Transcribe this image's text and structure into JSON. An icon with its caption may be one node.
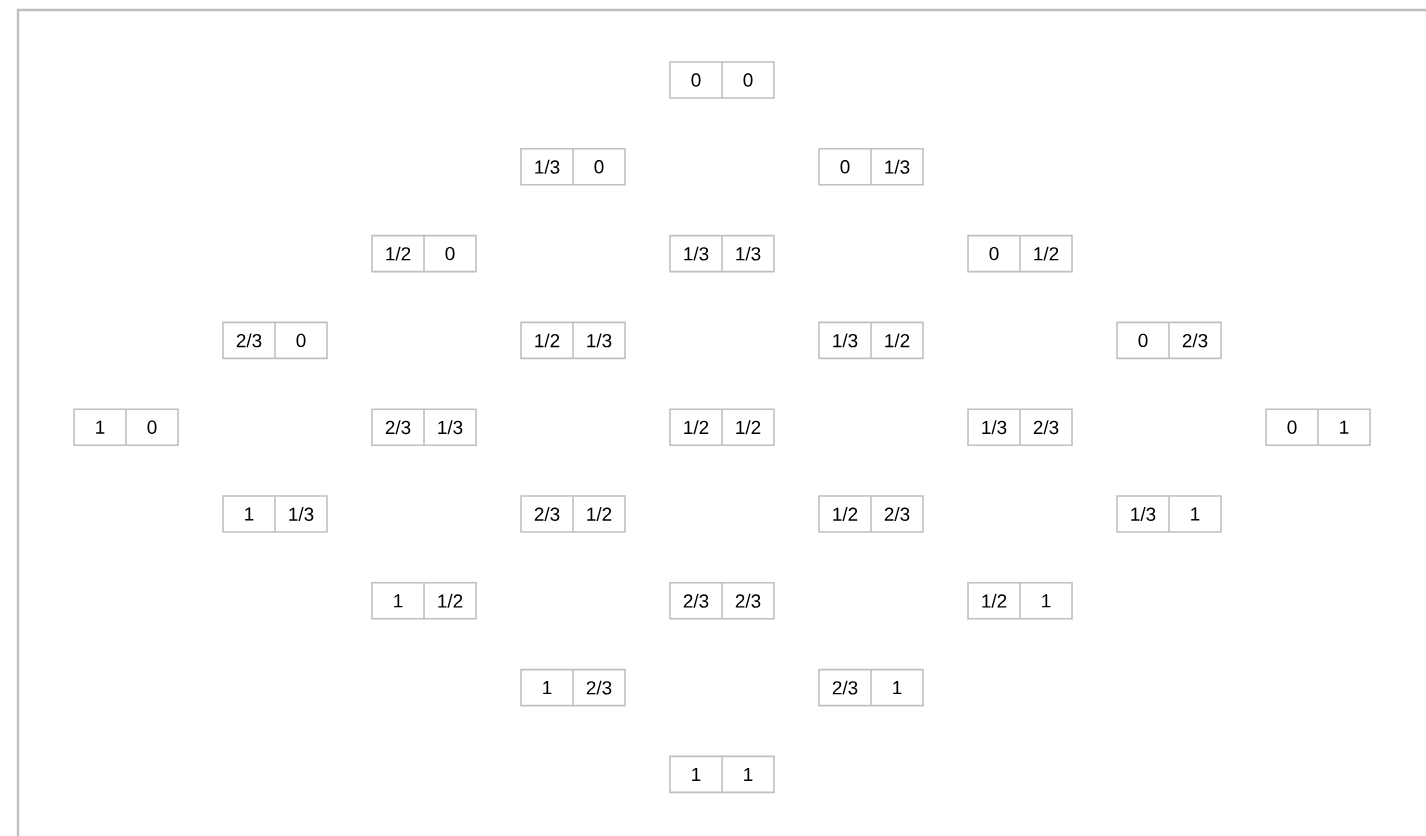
{
  "diagram": {
    "nodes": [
      {
        "text": [
          "0",
          "0"
        ]
      },
      {
        "text": [
          "1/3",
          "0"
        ]
      },
      {
        "text": [
          "0",
          "1/3"
        ]
      },
      {
        "text": [
          "1/2",
          "0"
        ]
      },
      {
        "text": [
          "1/3",
          "1/3"
        ]
      },
      {
        "text": [
          "0",
          "1/2"
        ]
      },
      {
        "text": [
          "2/3",
          "0"
        ]
      },
      {
        "text": [
          "1/2",
          "1/3"
        ]
      },
      {
        "text": [
          "1/3",
          "1/2"
        ]
      },
      {
        "text": [
          "0",
          "2/3"
        ]
      },
      {
        "text": [
          "1",
          "0"
        ]
      },
      {
        "text": [
          "2/3",
          "1/3"
        ]
      },
      {
        "text": [
          "1/2",
          "1/2"
        ]
      },
      {
        "text": [
          "1/3",
          "2/3"
        ]
      },
      {
        "text": [
          "0",
          "1"
        ]
      },
      {
        "text": [
          "1",
          "1/3"
        ]
      },
      {
        "text": [
          "2/3",
          "1/2"
        ]
      },
      {
        "text": [
          "1/2",
          "2/3"
        ]
      },
      {
        "text": [
          "1/3",
          "1"
        ]
      },
      {
        "text": [
          "1",
          "1/2"
        ]
      },
      {
        "text": [
          "2/3",
          "2/3"
        ]
      },
      {
        "text": [
          "1/2",
          "1"
        ]
      },
      {
        "text": [
          "1",
          "2/3"
        ]
      },
      {
        "text": [
          "2/3",
          "1"
        ]
      },
      {
        "text": [
          "1",
          "1"
        ]
      }
    ]
  }
}
